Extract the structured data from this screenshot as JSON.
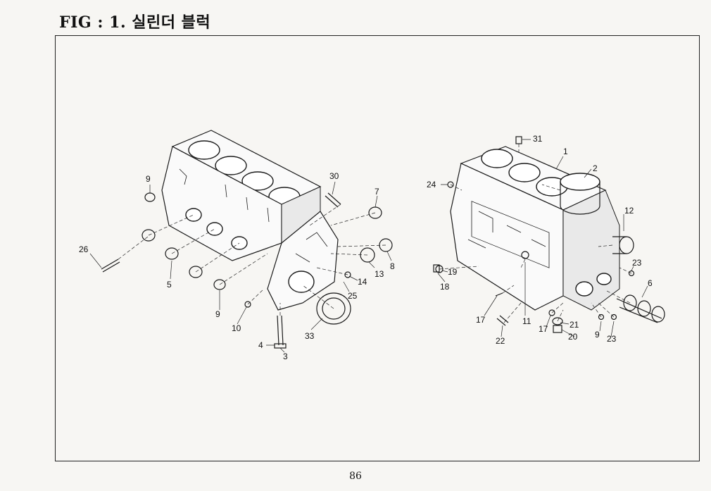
{
  "header": {
    "title": "FIG : 1. 실린더 블럭"
  },
  "footer": {
    "page_number": "86"
  },
  "callouts": {
    "left_assembly": [
      "9",
      "30",
      "7",
      "26",
      "5",
      "13",
      "8",
      "14",
      "25",
      "9",
      "10",
      "33",
      "4",
      "3"
    ],
    "right_assembly": [
      "31",
      "1",
      "2",
      "24",
      "12",
      "23",
      "19",
      "18",
      "6",
      "17",
      "11",
      "21",
      "17",
      "20",
      "9",
      "23",
      "22"
    ]
  }
}
